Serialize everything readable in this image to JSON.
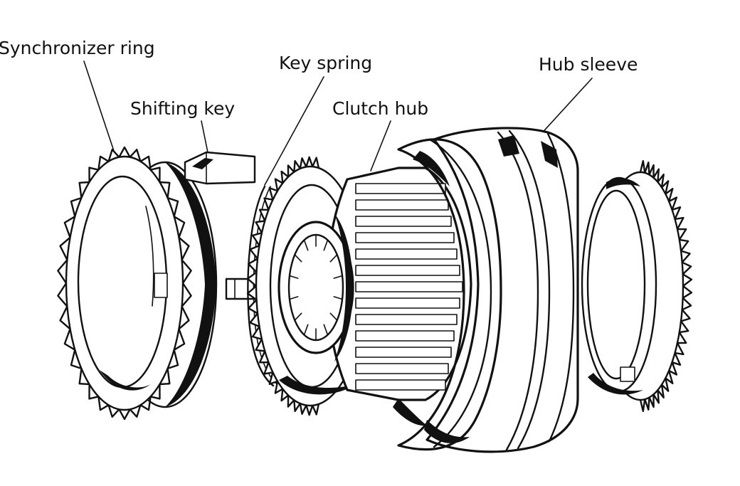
{
  "labels": {
    "synchronizer_ring": "Synchronizer ring",
    "shifting_key": "Shifting key",
    "key_spring": "Key spring",
    "clutch_hub": "Clutch hub",
    "hub_sleeve": "Hub sleeve"
  },
  "colors": {
    "ink": "#111111",
    "background": "#ffffff"
  }
}
